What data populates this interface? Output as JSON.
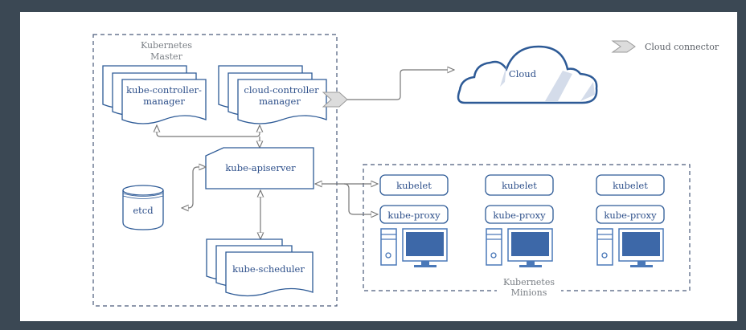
{
  "diagram": {
    "master": {
      "title_line1": "Kubernetes",
      "title_line2": "Master",
      "components": {
        "kube_controller_manager": {
          "line1": "kube-controller-",
          "line2": "manager"
        },
        "cloud_controller_manager": {
          "line1": "cloud-controller",
          "line2": "manager"
        },
        "kube_apiserver": "kube-apiserver",
        "etcd": "etcd",
        "kube_scheduler": "kube-scheduler"
      }
    },
    "cloud": {
      "label": "Cloud"
    },
    "legend": {
      "cloud_connector": "Cloud connector"
    },
    "minions": {
      "title_line1": "Kubernetes",
      "title_line2": "Minions",
      "nodes": [
        {
          "kubelet": "kubelet",
          "kube_proxy": "kube-proxy"
        },
        {
          "kubelet": "kubelet",
          "kube_proxy": "kube-proxy"
        },
        {
          "kubelet": "kubelet",
          "kube_proxy": "kube-proxy"
        }
      ]
    },
    "colors": {
      "background": "#3b4854",
      "panel": "#ffffff",
      "stroke_blue": "#2d5a96",
      "text_blue": "#2d4f8a",
      "screen_blue": "#3d68a8",
      "connector_grey": "#d9d9d9",
      "dash": "#4a5a7a"
    }
  }
}
